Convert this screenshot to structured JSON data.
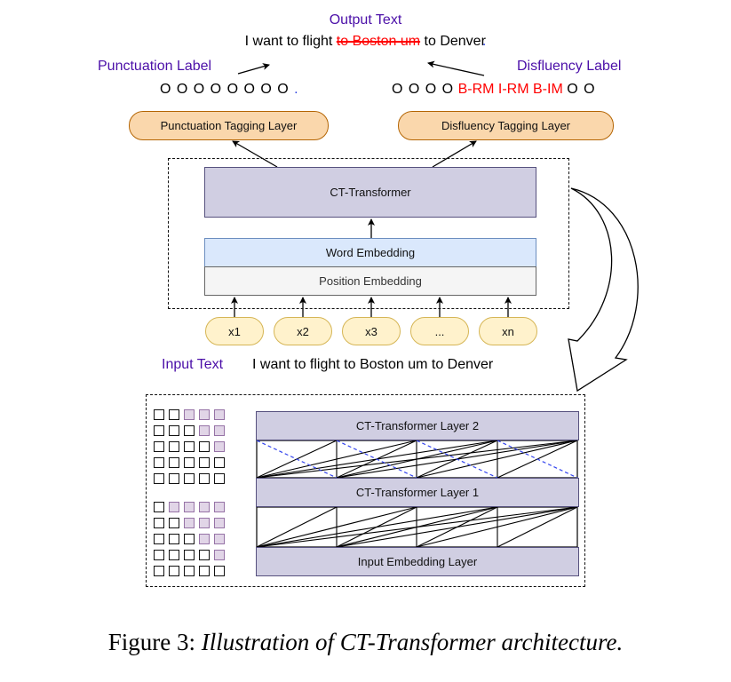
{
  "output": {
    "heading": "Output Text",
    "sentence_prefix": "I want to flight",
    "sentence_removed": "to Boston um",
    "sentence_suffix": "to Denver",
    "sentence_period": "."
  },
  "punctuation": {
    "label": "Punctuation Label",
    "tags": "O O O O O O O O",
    "period_tag": "."
  },
  "disfluency": {
    "label": "Disfluency Label",
    "tags_prefix": "O O O O",
    "tags_marked": "B-RM I-RM B-IM",
    "tags_suffix": "O O"
  },
  "layers": {
    "punctuation_tagging": "Punctuation Tagging Layer",
    "disfluency_tagging": "Disfluency Tagging Layer",
    "ct_transformer": "CT-Transformer",
    "word_embedding": "Word Embedding",
    "position_embedding": "Position Embedding"
  },
  "inputs": {
    "tokens": [
      "x1",
      "x2",
      "x3",
      "...",
      "xn"
    ],
    "heading": "Input Text",
    "sentence": "I want to flight to Boston um to Denver"
  },
  "detail": {
    "layer2": "CT-Transformer Layer 2",
    "layer1": "CT-Transformer Layer 1",
    "input_layer": "Input Embedding Layer",
    "mask_top": [
      [
        0,
        0,
        1,
        1,
        1
      ],
      [
        0,
        0,
        0,
        1,
        1
      ],
      [
        0,
        0,
        0,
        0,
        1
      ],
      [
        0,
        0,
        0,
        0,
        0
      ],
      [
        0,
        0,
        0,
        0,
        0
      ]
    ],
    "mask_bottom": [
      [
        0,
        1,
        1,
        1,
        1
      ],
      [
        0,
        0,
        1,
        1,
        1
      ],
      [
        0,
        0,
        0,
        1,
        1
      ],
      [
        0,
        0,
        0,
        0,
        1
      ],
      [
        0,
        0,
        0,
        0,
        0
      ]
    ]
  },
  "caption": {
    "prefix": "Figure 3:",
    "text": "Illustration of CT-Transformer architecture."
  },
  "colors": {
    "label_purple": "#4b0fa8",
    "removed_red": "#ff0000",
    "period_blue": "#2a40e0",
    "transformer_fill": "#d0cee2",
    "word_embedding_fill": "#dae8fc",
    "position_embedding_fill": "#f5f5f5",
    "tagging_fill": "#fad7ac",
    "token_fill": "#fff2cc",
    "mask_fill": "#e1d5e7"
  }
}
